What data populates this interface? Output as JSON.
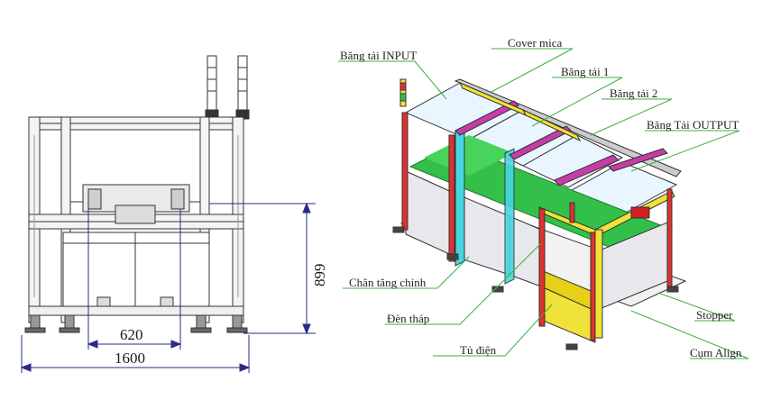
{
  "front_view": {
    "dimensions": {
      "total_width": "1600",
      "inner_width": "620",
      "height": "899"
    }
  },
  "iso_view": {
    "callouts": {
      "bang_tai_input": "Băng tải INPUT",
      "cover_mica": "Cover mica",
      "bang_tai_1": "Băng tải 1",
      "bang_tai_2": "Băng tải 2",
      "bang_tai_output": "Băng Tải OUTPUT",
      "chan_tang_chinh": "Chân tăng chỉnh",
      "den_thap": "Đèn tháp",
      "tu_dien": "Tủ điện",
      "stopper": "Stopper",
      "cum_align": "Cụm Align"
    }
  },
  "colors": {
    "callout_line": "#3cb043",
    "frame": "#333333",
    "dim_line": "#2a2a8a",
    "conveyor": "#33c04a",
    "mica_cyan": "#46d6e0",
    "magenta": "#c83ca8",
    "yellow": "#f0e238",
    "red": "#e03030",
    "panel": "#e8e8ec"
  }
}
